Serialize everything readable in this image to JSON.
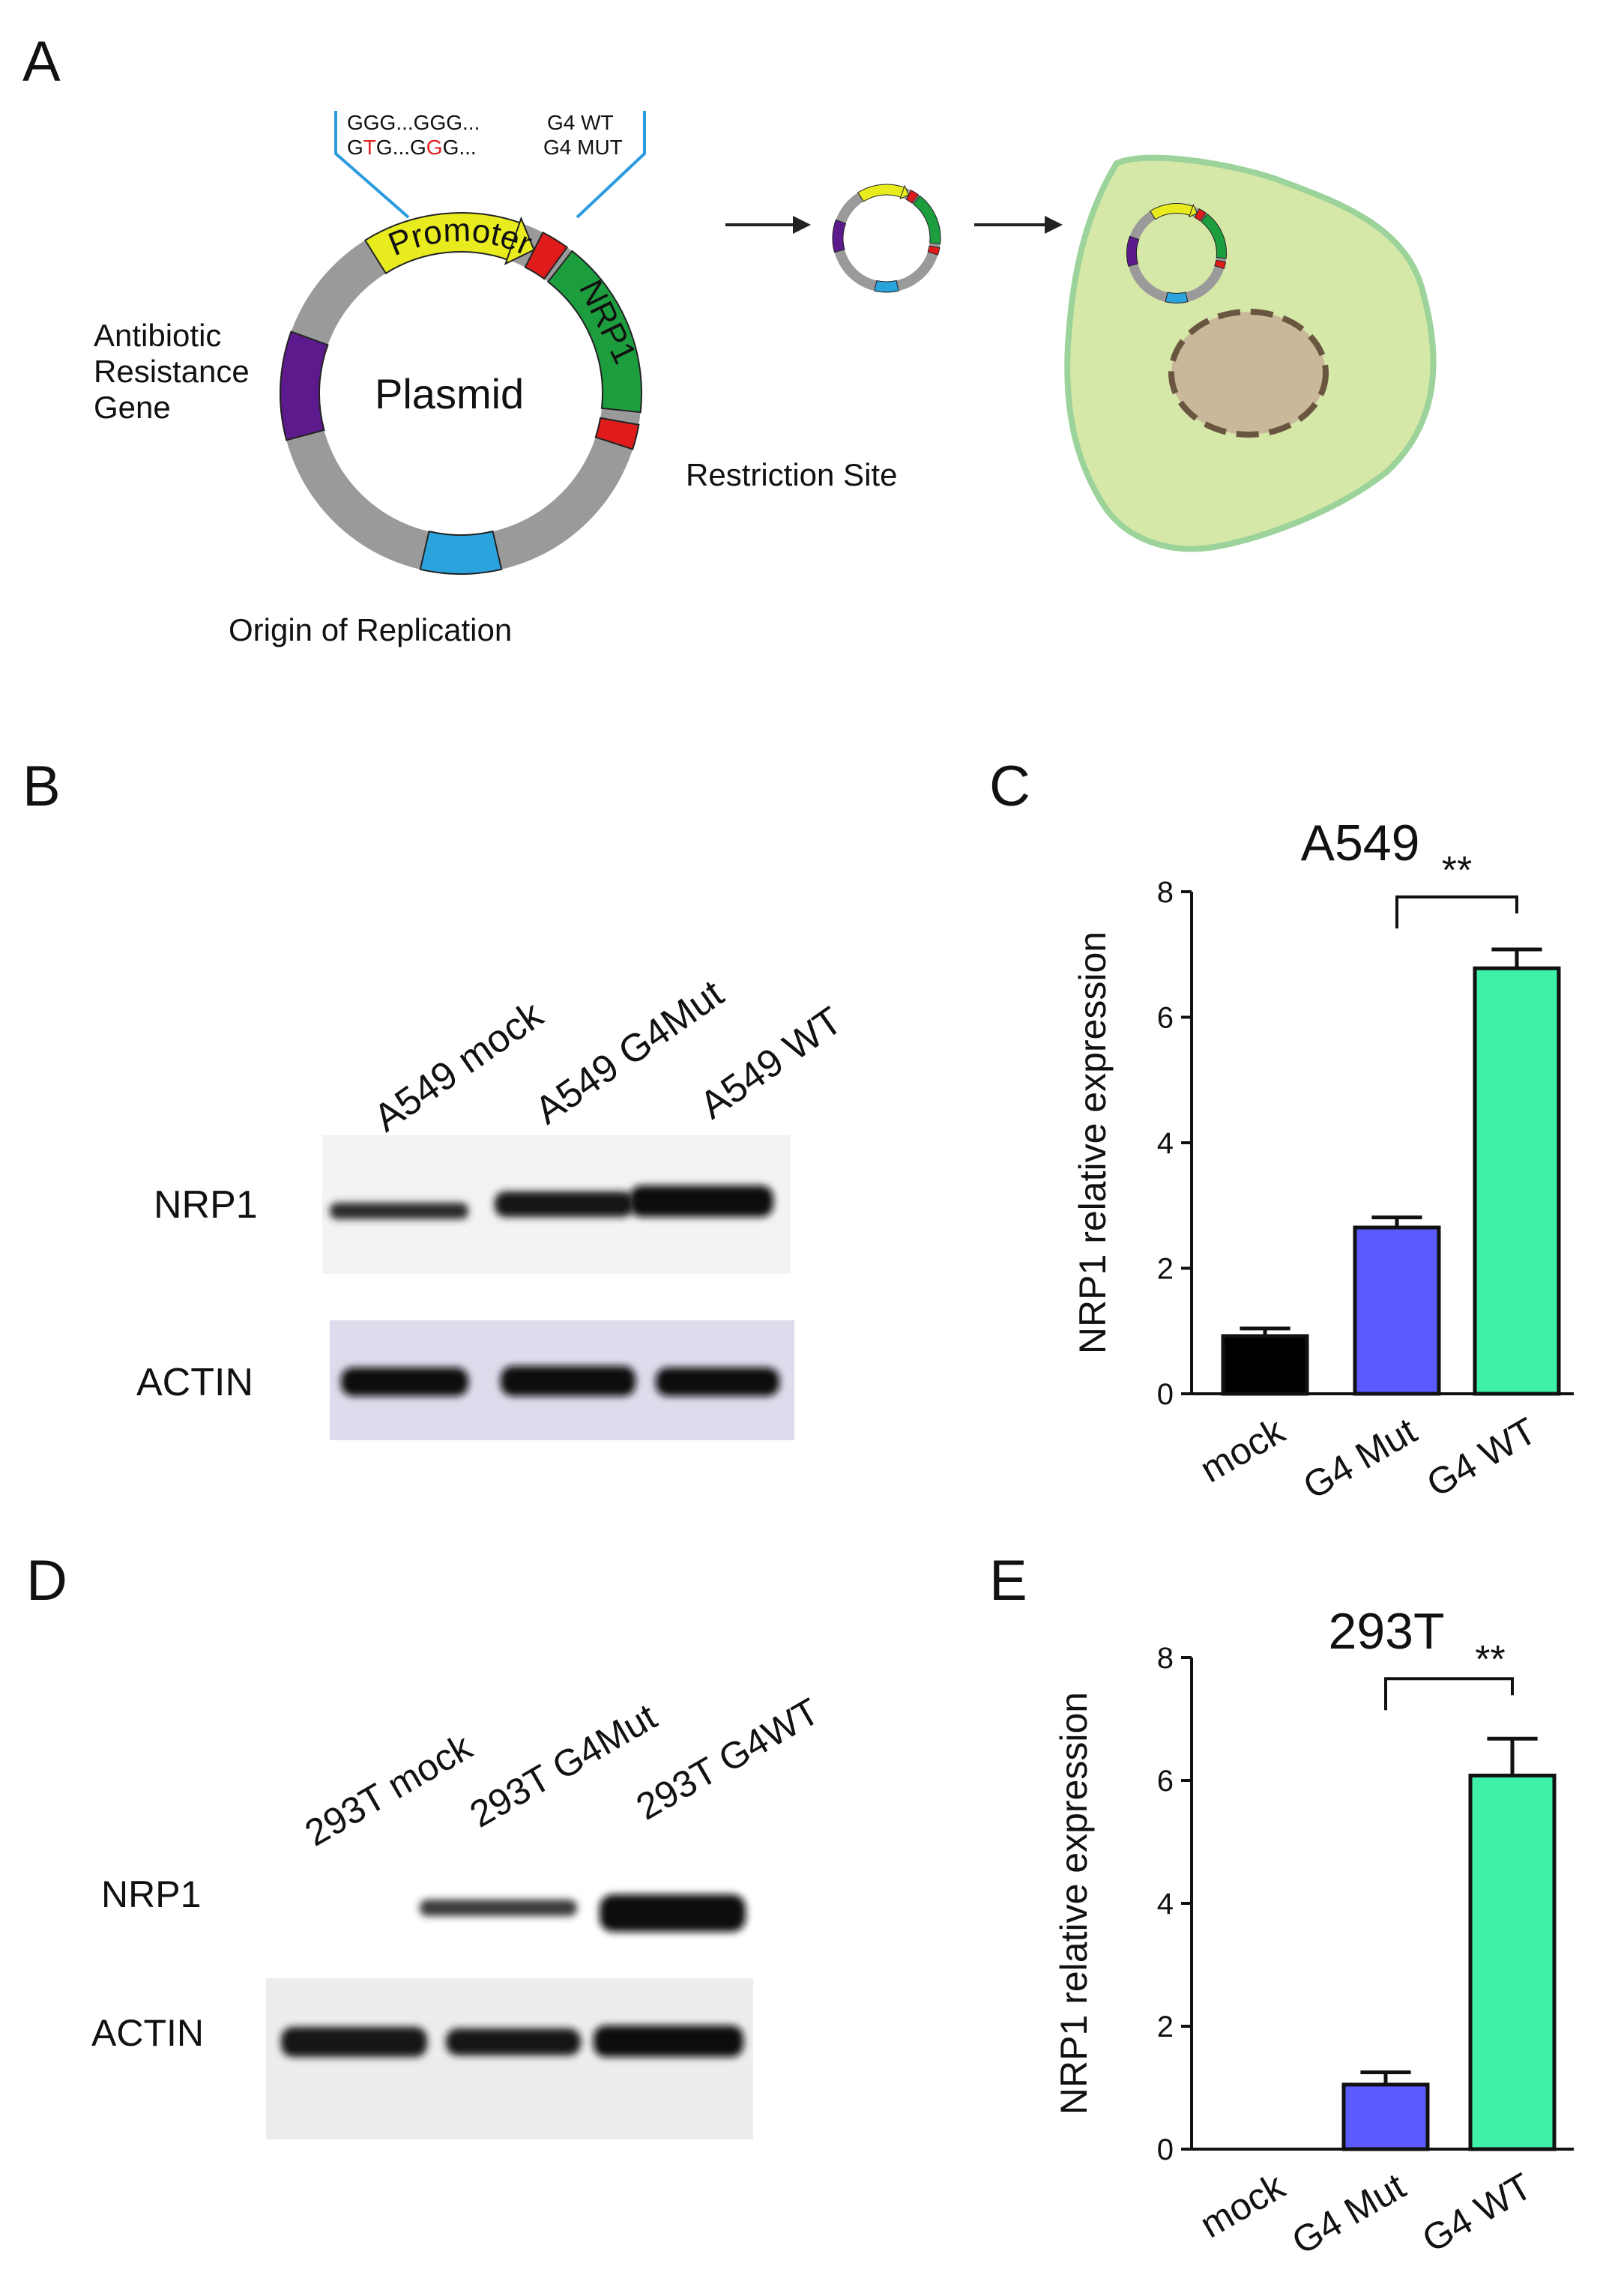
{
  "panels": {
    "a": {
      "letter": "A",
      "sequences": {
        "wt_seq": "GGG...GGG...",
        "mut_seq_prefix": "G",
        "mut_seq_red1": "T",
        "mut_seq_mid": "G...G",
        "mut_seq_red2": "G",
        "mut_seq_suffix": "G...",
        "wt_label": "G4 WT",
        "mut_label": "G4 MUT"
      },
      "labels": {
        "promoter": "Promoter",
        "nrp1": "NRP1",
        "plasmid": "Plasmid",
        "antibiotic_line1": "Antibiotic",
        "antibiotic_line2": "Resistance",
        "antibiotic_line3": "Gene",
        "restriction_site": "Restriction Site",
        "origin": "Origin of Replication"
      },
      "colors": {
        "backbone": "#9a9a9a",
        "promoter": "#e8ec1e",
        "nrp1": "#1d9e3e",
        "restriction": "#e01b1b",
        "antibiotic": "#5c1a8c",
        "origin": "#2ba3dd",
        "cell_fill": "#d6e8a8",
        "cell_edge": "#9cd39a",
        "nucleus_fill": "#c9b99a",
        "nucleus_edge": "#6a5540"
      }
    },
    "b": {
      "letter": "B",
      "lanes": [
        "A549 mock",
        "A549 G4Mut",
        "A549 WT"
      ],
      "rows": [
        "NRP1",
        "ACTIN"
      ]
    },
    "c": {
      "letter": "C",
      "significance": "**"
    },
    "d": {
      "letter": "D",
      "lanes": [
        "293T mock",
        "293T G4Mut",
        "293T G4WT"
      ],
      "rows": [
        "NRP1",
        "ACTIN"
      ]
    },
    "e": {
      "letter": "E",
      "significance": "**"
    }
  },
  "chart_data": [
    {
      "type": "bar",
      "title": "A549",
      "ylabel": "NRP1 relative expression",
      "xlabel": "",
      "categories": [
        "mock",
        "G4 Mut",
        "G4 WT"
      ],
      "values": [
        0.92,
        2.65,
        6.78
      ],
      "errors": [
        0.12,
        0.16,
        0.3
      ],
      "colors": [
        "#000000",
        "#5a5aff",
        "#3ef0a8"
      ],
      "ylim": [
        0,
        8
      ],
      "yticks": [
        "0",
        "2",
        "4",
        "6",
        "8"
      ],
      "grid": false,
      "significance": {
        "between": [
          1,
          2
        ],
        "label": "**"
      }
    },
    {
      "type": "bar",
      "title": "293T",
      "ylabel": "NRP1 relative expression",
      "xlabel": "",
      "categories": [
        "mock",
        "G4 Mut",
        "G4 WT"
      ],
      "values": [
        0.0,
        1.05,
        6.08
      ],
      "errors": [
        0.0,
        0.2,
        0.6
      ],
      "colors": [
        "#000000",
        "#5a5aff",
        "#3ef0a8"
      ],
      "ylim": [
        0,
        8
      ],
      "yticks": [
        "0",
        "2",
        "4",
        "6",
        "8"
      ],
      "grid": false,
      "significance": {
        "between": [
          1,
          2
        ],
        "label": "**"
      }
    }
  ]
}
